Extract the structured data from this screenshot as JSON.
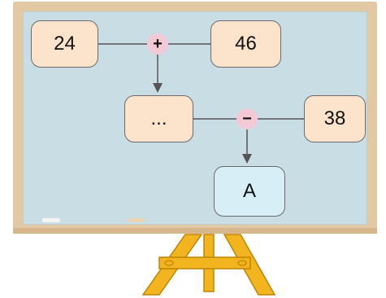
{
  "diagram": {
    "top_row": {
      "left_value": "24",
      "operator": "+",
      "right_value": "46"
    },
    "middle_row": {
      "left_value": "...",
      "operator": "−",
      "right_value": "38"
    },
    "result": {
      "label": "A"
    }
  },
  "colors": {
    "board": "#c9dde4",
    "frame": "#e3c9a3",
    "box_fill": "#fce4cc",
    "result_fill": "#d8eef7",
    "operator_fill": "#f4c9d6",
    "easel": "#f2b51f"
  }
}
